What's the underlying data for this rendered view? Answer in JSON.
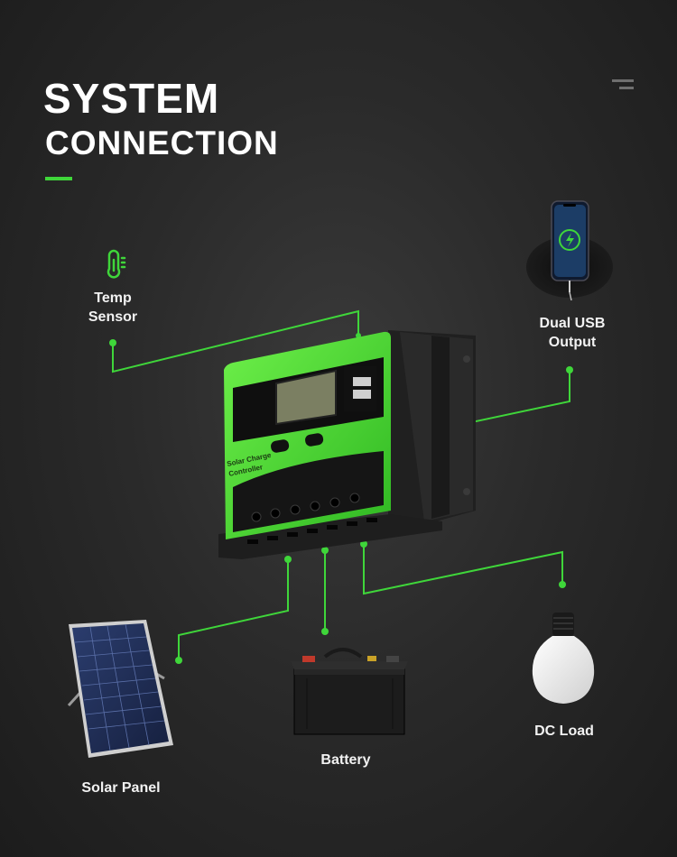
{
  "header": {
    "title_line1": "SYSTEM",
    "title_line2": "CONNECTION"
  },
  "accent_color": "#3fd63a",
  "components": {
    "temp_sensor": {
      "label_line1": "Temp",
      "label_line2": "Sensor",
      "icon": "thermometer-icon"
    },
    "usb_output": {
      "label_line1": "Dual USB",
      "label_line2": "Output",
      "icon": "smartphone-icon"
    },
    "solar_panel": {
      "label": "Solar Panel"
    },
    "battery": {
      "label": "Battery"
    },
    "dc_load": {
      "label": "DC Load",
      "icon": "light-bulb-icon"
    }
  },
  "controller": {
    "printed_text_line1": "Solar Charge",
    "printed_text_line2": "Controller"
  },
  "menu": {
    "icon": "menu-icon"
  }
}
